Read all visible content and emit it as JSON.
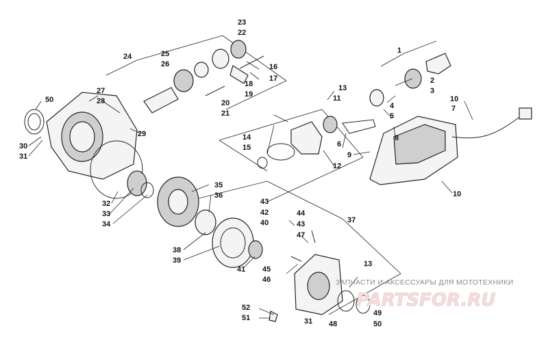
{
  "callouts": {
    "c1": "1",
    "c2": "2",
    "c3": "3",
    "c4": "4",
    "c5": "5",
    "c6": "6",
    "c7": "7",
    "c8": "8",
    "c9": "9",
    "c10a": "10",
    "c10b": "10",
    "c11": "11",
    "c12": "12",
    "c13a": "13",
    "c13b": "13",
    "c14": "14",
    "c15": "15",
    "c16": "16",
    "c17": "17",
    "c18": "18",
    "c19": "19",
    "c20": "20",
    "c21": "21",
    "c22": "22",
    "c23": "23",
    "c24": "24",
    "c25": "25",
    "c26": "26",
    "c27": "27",
    "c28": "28",
    "c29": "29",
    "c30": "30",
    "c31a": "31",
    "c31b": "31",
    "c32": "32",
    "c33": "33",
    "c34": "34",
    "c35": "35",
    "c36": "36",
    "c37": "37",
    "c38": "38",
    "c39": "39",
    "c40": "40",
    "c41": "41",
    "c42": "42",
    "c43a": "43",
    "c43b": "43",
    "c44": "44",
    "c45": "45",
    "c46": "46",
    "c47": "47",
    "c48": "48",
    "c49": "49",
    "c50a": "50",
    "c50b": "50",
    "c51": "51",
    "c52": "52"
  },
  "watermark": {
    "caption": "ЗАПЧАСТИ И АКСЕССУАРЫ ДЛЯ МОТОТЕХНИКИ",
    "logo": "PARTSFOR.RU"
  }
}
